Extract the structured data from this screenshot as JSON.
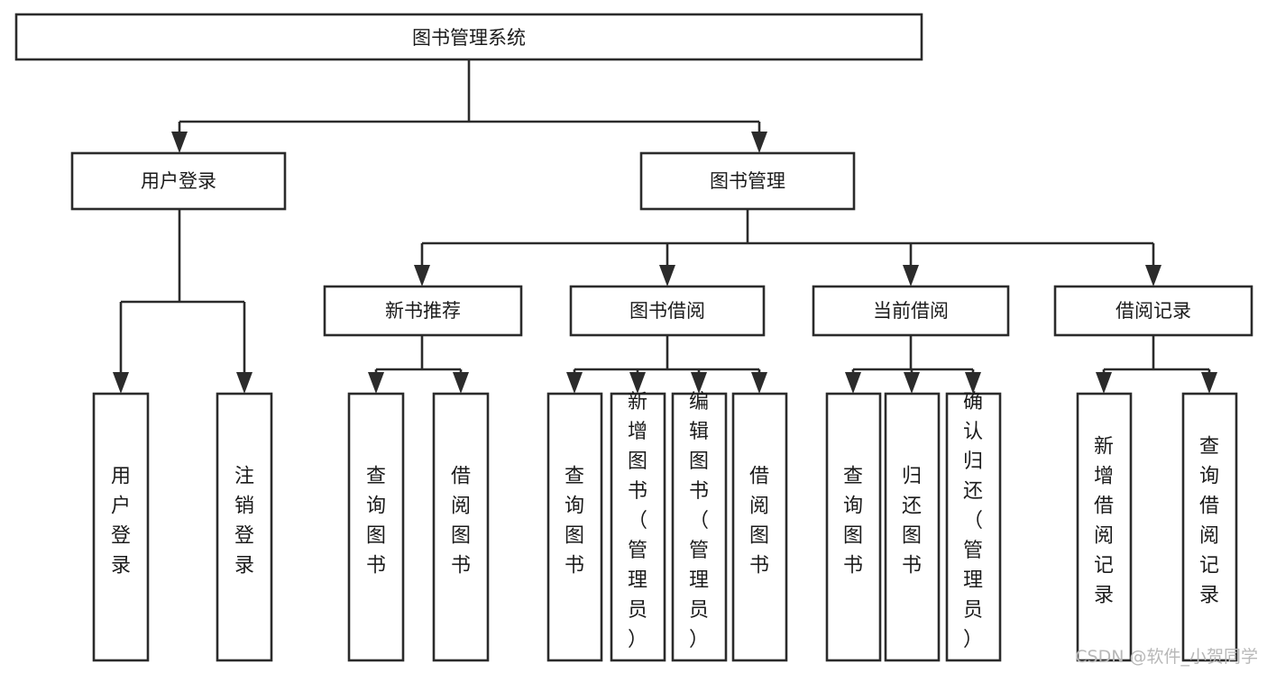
{
  "diagram": {
    "title": "图书管理系统",
    "type": "tree-hierarchy-chart",
    "root": {
      "id": "root",
      "label": "图书管理系统"
    },
    "level2": [
      {
        "id": "user-login",
        "label": "用户登录"
      },
      {
        "id": "book-manage",
        "label": "图书管理"
      }
    ],
    "level3": [
      {
        "id": "new-book-recommend",
        "label": "新书推荐"
      },
      {
        "id": "book-borrow",
        "label": "图书借阅"
      },
      {
        "id": "current-borrow",
        "label": "当前借阅"
      },
      {
        "id": "borrow-record",
        "label": "借阅记录"
      }
    ],
    "leaves": {
      "user-login": [
        {
          "id": "leaf-user-login",
          "label": "用户登录"
        },
        {
          "id": "leaf-user-logout",
          "label": "注销登录"
        }
      ],
      "new-book-recommend": [
        {
          "id": "leaf-query-book-1",
          "label": "查询图书"
        },
        {
          "id": "leaf-borrow-book-1",
          "label": "借阅图书"
        }
      ],
      "book-borrow": [
        {
          "id": "leaf-query-book-2",
          "label": "查询图书"
        },
        {
          "id": "leaf-add-book",
          "label": "新增图书（管理员）"
        },
        {
          "id": "leaf-edit-book",
          "label": "编辑图书（管理员）"
        },
        {
          "id": "leaf-borrow-book-2",
          "label": "借阅图书"
        }
      ],
      "current-borrow": [
        {
          "id": "leaf-query-book-3",
          "label": "查询图书"
        },
        {
          "id": "leaf-return-book",
          "label": "归还图书"
        },
        {
          "id": "leaf-confirm-return",
          "label": "确认归还（管理员）"
        }
      ],
      "borrow-record": [
        {
          "id": "leaf-add-record",
          "label": "新增借阅记录"
        },
        {
          "id": "leaf-query-record",
          "label": "查询借阅记录"
        }
      ]
    }
  },
  "watermark": {
    "text": "CSDN @软件_小贺同学"
  },
  "colors": {
    "stroke": "#2b2b2b",
    "box_fill": "#ffffff",
    "text": "#1b1b1b",
    "background": "#ffffff",
    "watermark": "#b8b8b8"
  }
}
